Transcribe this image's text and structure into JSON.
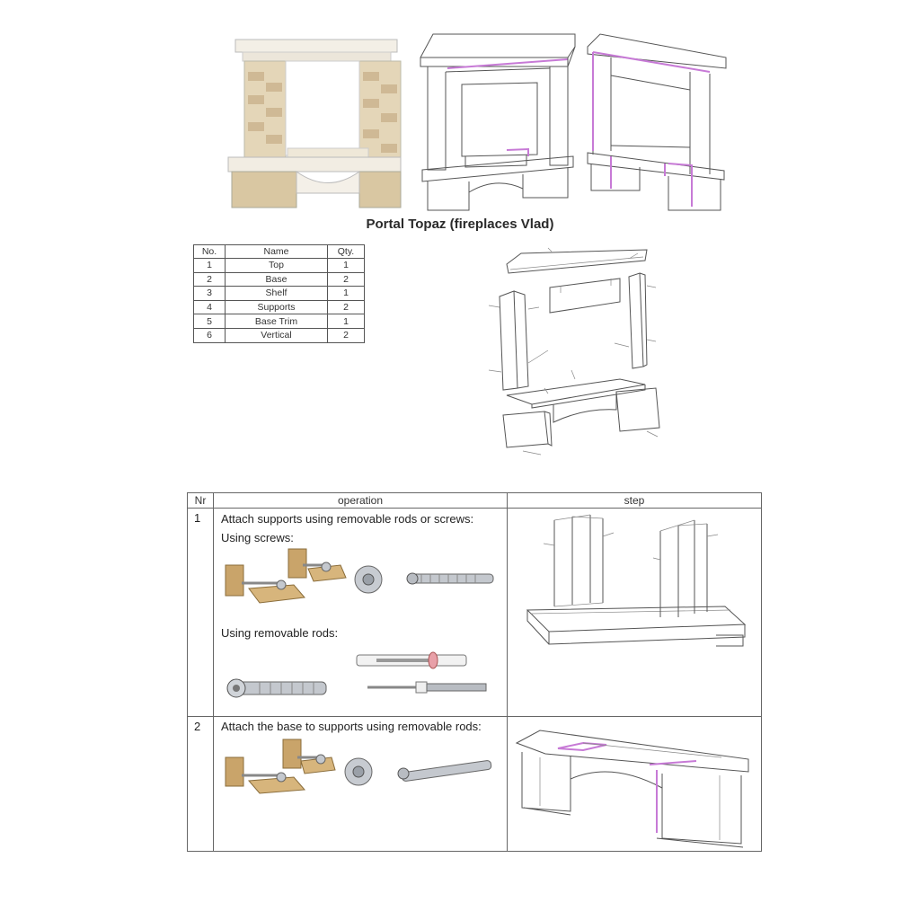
{
  "title": "Portal Topaz (fireplaces Vlad)",
  "parts_table": {
    "headers": [
      "No.",
      "Name",
      "Qty."
    ],
    "rows": [
      [
        "1",
        "Top",
        "1"
      ],
      [
        "2",
        "Base",
        "2"
      ],
      [
        "3",
        "Shelf",
        "1"
      ],
      [
        "4",
        "Supports",
        "2"
      ],
      [
        "5",
        "Base Trim",
        "1"
      ],
      [
        "6",
        "Vertical",
        "2"
      ]
    ]
  },
  "operations_table": {
    "headers": {
      "nr": "Nr",
      "operation": "operation",
      "step": "step"
    },
    "rows": [
      {
        "nr": "1",
        "text": "Attach supports using removable rods or screws:",
        "sub1": "Using screws:",
        "sub2": "Using removable rods:"
      },
      {
        "nr": "2",
        "text": "Attach the base to supports using removable rods:"
      }
    ]
  },
  "colors": {
    "highlight": "#c77ad6",
    "wood": "#c9a46a",
    "metal": "#b8bcc2",
    "brick": "#cdb790"
  }
}
